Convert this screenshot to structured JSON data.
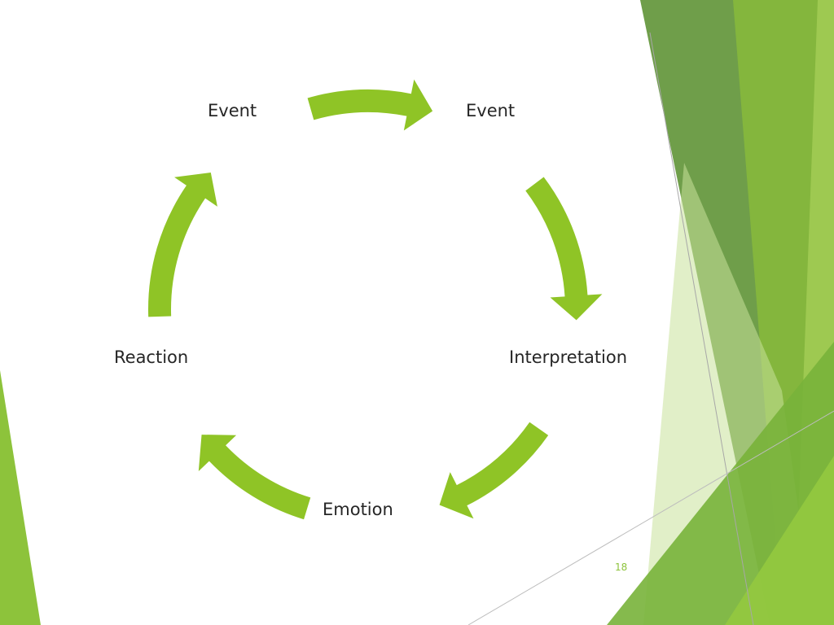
{
  "slide": {
    "page_number": "18",
    "colors": {
      "arrow": "#8FC426",
      "accent_light": "#C9E29A",
      "accent_mid": "#8DC33B",
      "accent_dark": "#5E8F3A",
      "text": "#262626",
      "page_number": "#8DC33B"
    }
  },
  "cycle": {
    "nodes": [
      {
        "label": "Event"
      },
      {
        "label": "Event"
      },
      {
        "label": "Interpretation"
      },
      {
        "label": "Emotion"
      },
      {
        "label": "Reaction"
      }
    ],
    "arrow_count": 5
  }
}
